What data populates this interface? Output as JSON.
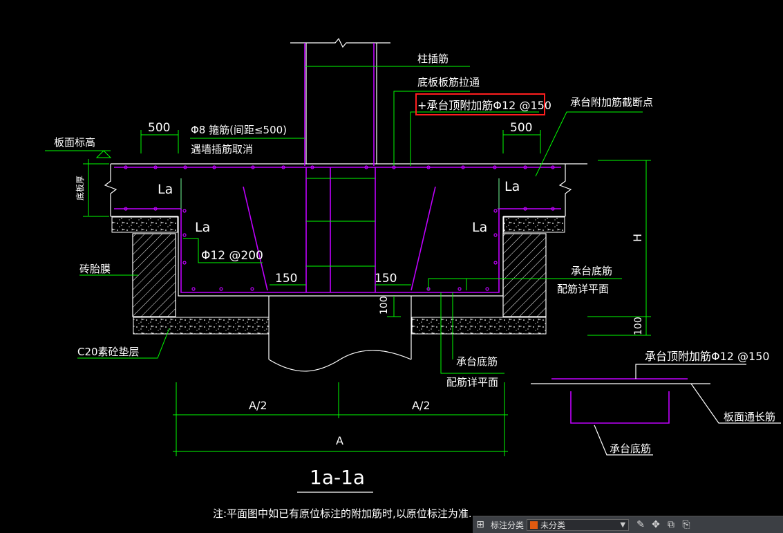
{
  "colors": {
    "background": "#000000",
    "dimension_green": "#00ff00",
    "rebar_magenta": "#c000ff",
    "outline_white": "#ffffff",
    "highlight_red": "#ff1e1e",
    "category_swatch": "#e05a10"
  },
  "labels": {
    "column_rebar": "柱插筋",
    "bottom_slab_rebar": "底板板筋拉通",
    "cap_top_rebar": "+承台顶附加筋Φ12 @150",
    "cap_rebar_cutoff": "承台附加筋截断点",
    "stirrup": "Φ8 箍筋(间距≤500)",
    "wall_insert_cancel": "遇墙插筋取消",
    "slab_top_elev": "板面标高",
    "slab_thickness": "底板厚",
    "brick_form": "砖胎膜",
    "cushion": "C20素砼垫层",
    "cap_bottom_1": "承台底筋",
    "cap_bottom_1b": "配筋详平面",
    "cap_bottom_2": "承台底筋",
    "cap_bottom_2b": "配筋详平面",
    "side_rebar": "Φ12 @200",
    "la_1": "La",
    "la_2": "La",
    "la_3": "La",
    "la_4": "La",
    "inset_top_rebar": "承台顶附加筋Φ12 @150",
    "inset_slab_rebar": "板面通长筋",
    "inset_cap_bottom": "承台底筋",
    "section_title": "1a-1a",
    "note": "注:平面图中如已有原位标注的附加筋时,以原位标注为准."
  },
  "dimensions": {
    "d500_left": "500",
    "d500_right": "500",
    "d150_left": "150",
    "d150_right": "150",
    "d100_mid": "100",
    "d100_right": "100",
    "h": "H",
    "half_left": "A/2",
    "half_right": "A/2",
    "full": "A"
  },
  "toolbar": {
    "label": "标注分类",
    "category_value": "未分类",
    "grid_icon": "⊞",
    "chevron": "▼",
    "edit_icon": "✎",
    "move_icon": "✥",
    "copy_icon": "⧉",
    "paste_icon": "⎘"
  }
}
